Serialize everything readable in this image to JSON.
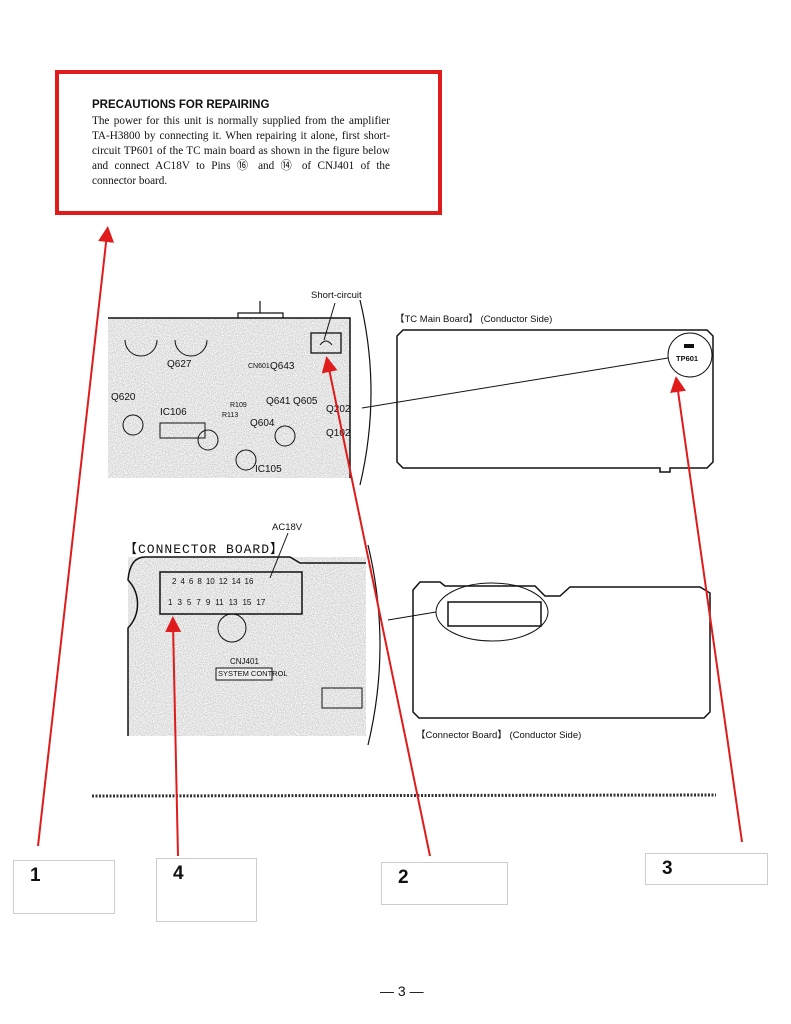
{
  "precautions": {
    "title": "PRECAUTIONS FOR REPAIRING",
    "body": "The power for this unit is normally supplied from the amplifier TA-H3800 by connecting it. When repairing it alone, first short-circuit TP601 of the TC main board as shown in the figure below and connect AC18V to Pins ⑯ and ⑭ of CNJ401 of the connector board."
  },
  "tc_main_board": {
    "short_circuit_label": "Short-circuit",
    "title": "【TC Main Board】",
    "side": "(Conductor Side)",
    "test_point": "TP601",
    "component_labels": [
      "Q620",
      "Q627",
      "IC106",
      "Q643",
      "Q641",
      "Q605",
      "Q604",
      "Q202",
      "Q102",
      "IC105",
      "CN601",
      "R109",
      "R113"
    ]
  },
  "connector_board": {
    "title": "【CONNECTOR BOARD】",
    "ac_label": "AC18V",
    "connector": "CNJ401",
    "connector_name": "SYSTEM CONTROL",
    "pins_top": [
      "2",
      "4",
      "6",
      "8",
      "10",
      "12",
      "14",
      "16"
    ],
    "pins_bottom": [
      "1",
      "3",
      "5",
      "7",
      "9",
      "11",
      "13",
      "15",
      "17"
    ],
    "side_title": "【Connector Board】",
    "side": "(Conductor Side)"
  },
  "callouts": [
    "1",
    "4",
    "2",
    "3"
  ],
  "page_number": "— 3 —",
  "colors": {
    "annotation_red": "#e01b1b",
    "callout_border": "#cccccc"
  }
}
